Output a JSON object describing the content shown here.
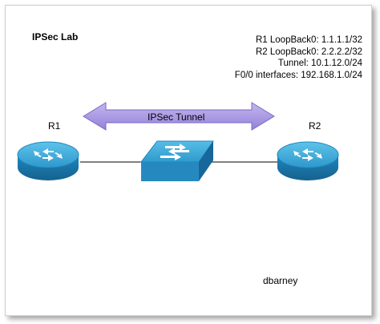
{
  "title": "IPSec Lab",
  "info_lines": [
    "R1 LoopBack0: 1.1.1.1/32",
    "R2 LoopBack0: 2.2.2.2/32",
    "Tunnel: 10.1.12.0/24",
    "F0/0 interfaces: 192.168.1.0/24"
  ],
  "routers": {
    "r1": {
      "label": "R1",
      "icon": "router-icon"
    },
    "r2": {
      "label": "R2",
      "icon": "router-icon"
    }
  },
  "switch": {
    "icon": "switch-icon"
  },
  "tunnel": {
    "label": "IPSec Tunnel",
    "color": "#a998e0"
  },
  "author": "dbarney",
  "colors": {
    "device_top": "#3fa9d6",
    "device_side": "#1e7fb3",
    "device_dark": "#16638e",
    "link": "#000000"
  }
}
